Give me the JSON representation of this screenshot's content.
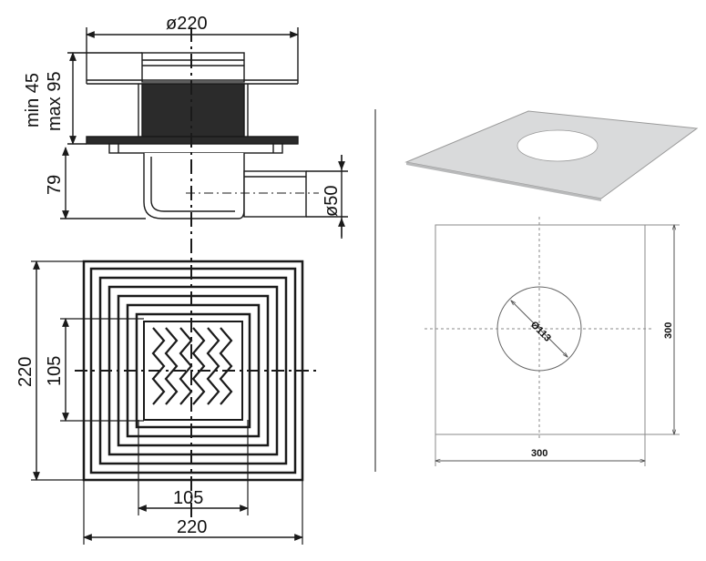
{
  "colors": {
    "line": "#1a1a1a",
    "dark_fill": "#2b2b2b",
    "sheet_fill": "#d9dadb",
    "sheet_edge": "#9a9a9a",
    "thin_line": "#8a8a8a"
  },
  "drain": {
    "side_view": {
      "top_width_label": "ø220",
      "adjust_min_label": "min 45",
      "adjust_max_label": "max 95",
      "height_label": "79",
      "outlet_label": "ø50"
    },
    "top_view": {
      "outer_height_label": "220",
      "grate_height_label": "105",
      "grate_width_label": "105",
      "outer_width_label": "220"
    }
  },
  "membrane": {
    "hole_label": "Ø113",
    "width_label": "300",
    "height_label": "300"
  }
}
